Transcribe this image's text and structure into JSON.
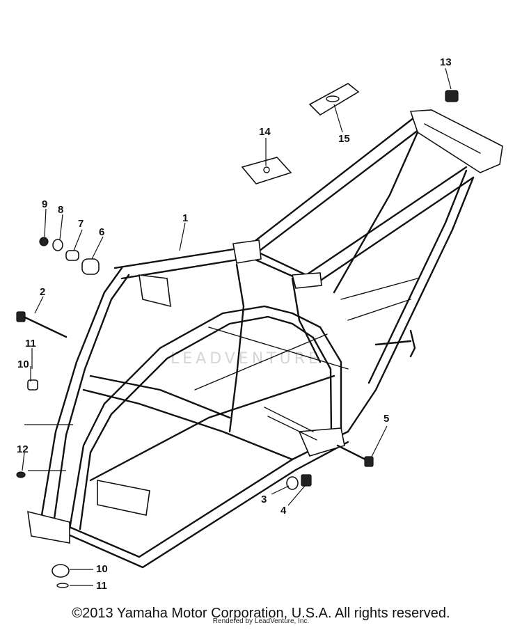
{
  "diagram": {
    "callouts": [
      "1",
      "2",
      "3",
      "4",
      "5",
      "6",
      "7",
      "8",
      "9",
      "10",
      "11",
      "12",
      "13",
      "14",
      "15",
      "10",
      "11"
    ],
    "watermark": "LEADVENTURE"
  },
  "footer": {
    "copyright": "©2013 Yamaha Motor Corporation, U.S.A. All rights reserved.",
    "rendered_by": "Rendered by LeadVenture, Inc."
  }
}
